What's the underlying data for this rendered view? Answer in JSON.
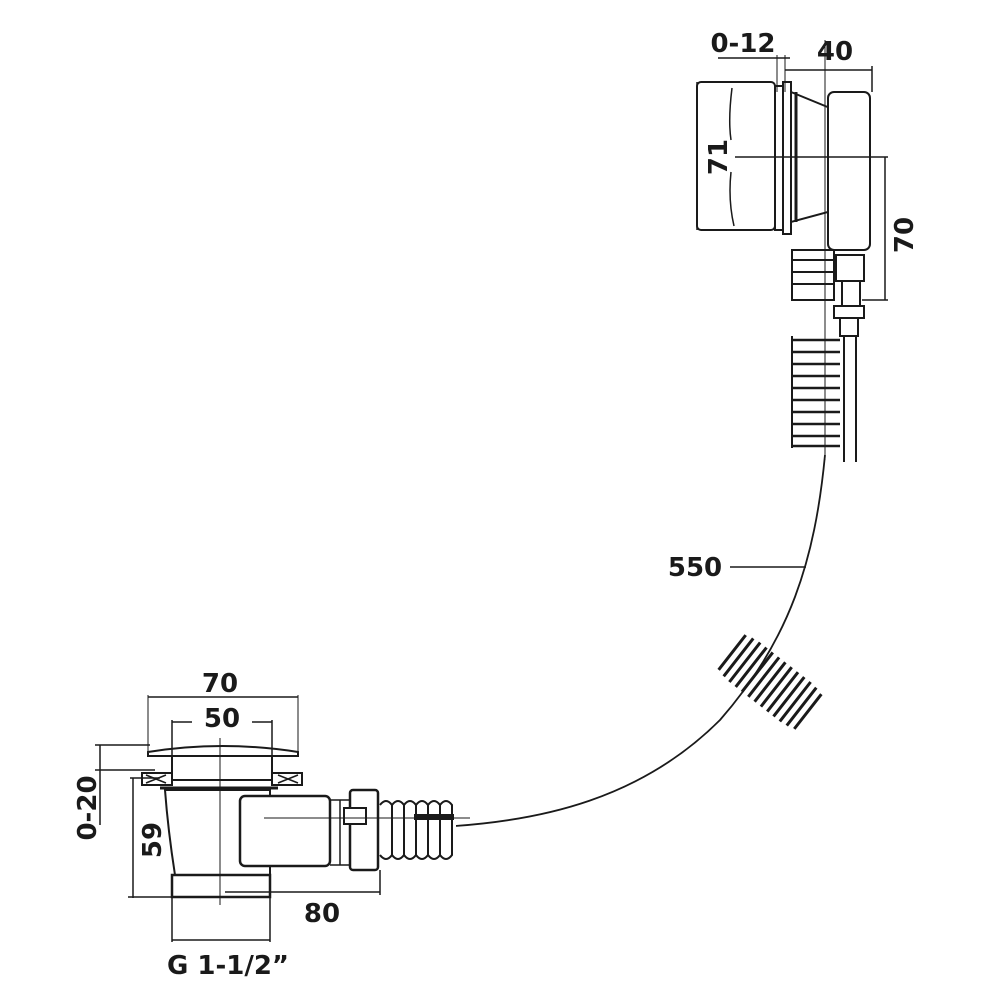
{
  "drawing": {
    "overflow_unit": {
      "adjust_range": "0-12",
      "depth": "40",
      "cover_diameter": "71",
      "height": "70"
    },
    "cable_length": "550",
    "waste_unit": {
      "cap_diameter": "70",
      "inner_diameter": "50",
      "adjust_range": "0-20",
      "height": "59",
      "outlet_offset": "80",
      "thread": "G 1-1/2”"
    },
    "colors": {
      "line": "#1a1a1a",
      "background": "#ffffff"
    }
  }
}
